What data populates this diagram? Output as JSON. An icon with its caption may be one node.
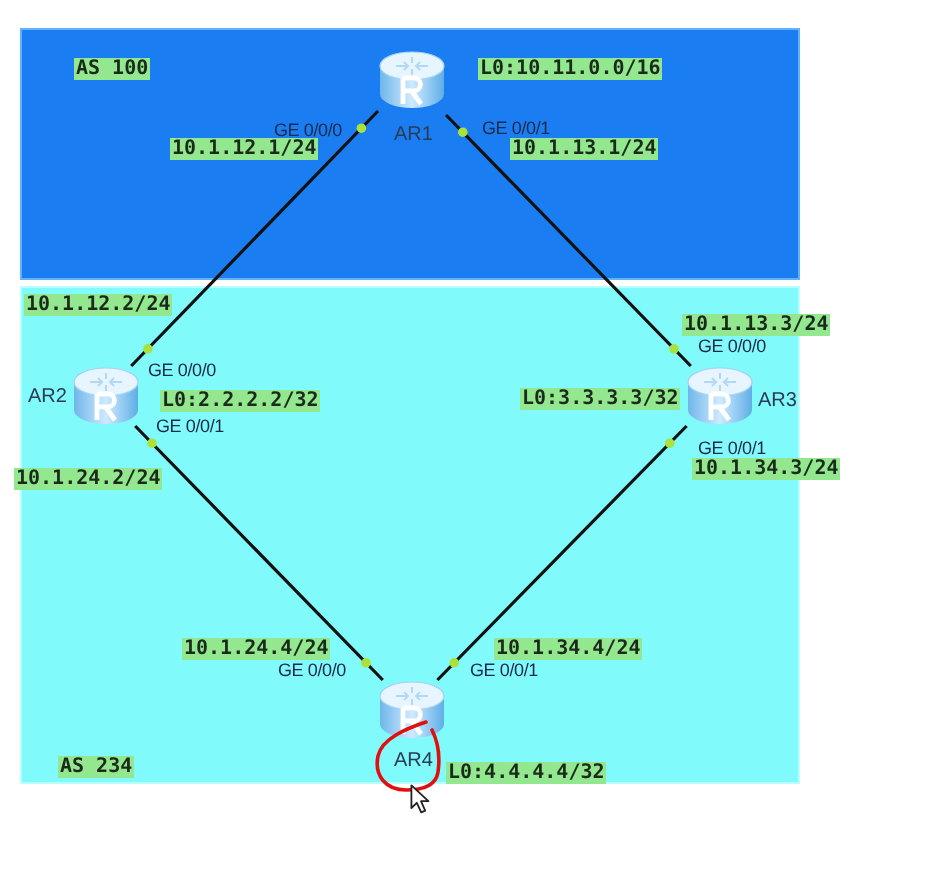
{
  "diagram": {
    "nodes": [
      {
        "text": [
          "AS 100"
        ]
      },
      {
        "text": [
          "AR1"
        ],
        "in": 0,
        "beside": [
          "L0:10.11.0.0/16",
          "GE 0/0/0",
          "GE 0/0/1",
          "10.1.12.1/24",
          "10.1.13.1/24"
        ]
      },
      {
        "text": [
          "AS 234"
        ]
      },
      {
        "text": [
          "AR2"
        ],
        "in": 2,
        "beside": [
          "10.1.12.2/24",
          "GE 0/0/0",
          "L0:2.2.2.2/32",
          "GE 0/0/1",
          "10.1.24.2/24"
        ]
      },
      {
        "text": [
          "AR3"
        ],
        "in": 2,
        "beside": [
          "10.1.13.3/24",
          "GE 0/0/0",
          "L0:3.3.3.3/32",
          "GE 0/0/1",
          "10.1.34.3/24"
        ]
      },
      {
        "text": [
          "AR4"
        ],
        "in": 2,
        "beside": [
          "10.1.24.4/24",
          "10.1.34.4/24",
          "GE 0/0/0",
          "GE 0/0/1",
          "L0:4.4.4.4/32"
        ]
      }
    ],
    "edges": [
      {
        "from": 1,
        "to": 3,
        "arrow": "none"
      },
      {
        "from": 1,
        "to": 4,
        "arrow": "none"
      },
      {
        "from": 3,
        "to": 5,
        "arrow": "none"
      },
      {
        "from": 4,
        "to": 5,
        "arrow": "none"
      }
    ]
  }
}
